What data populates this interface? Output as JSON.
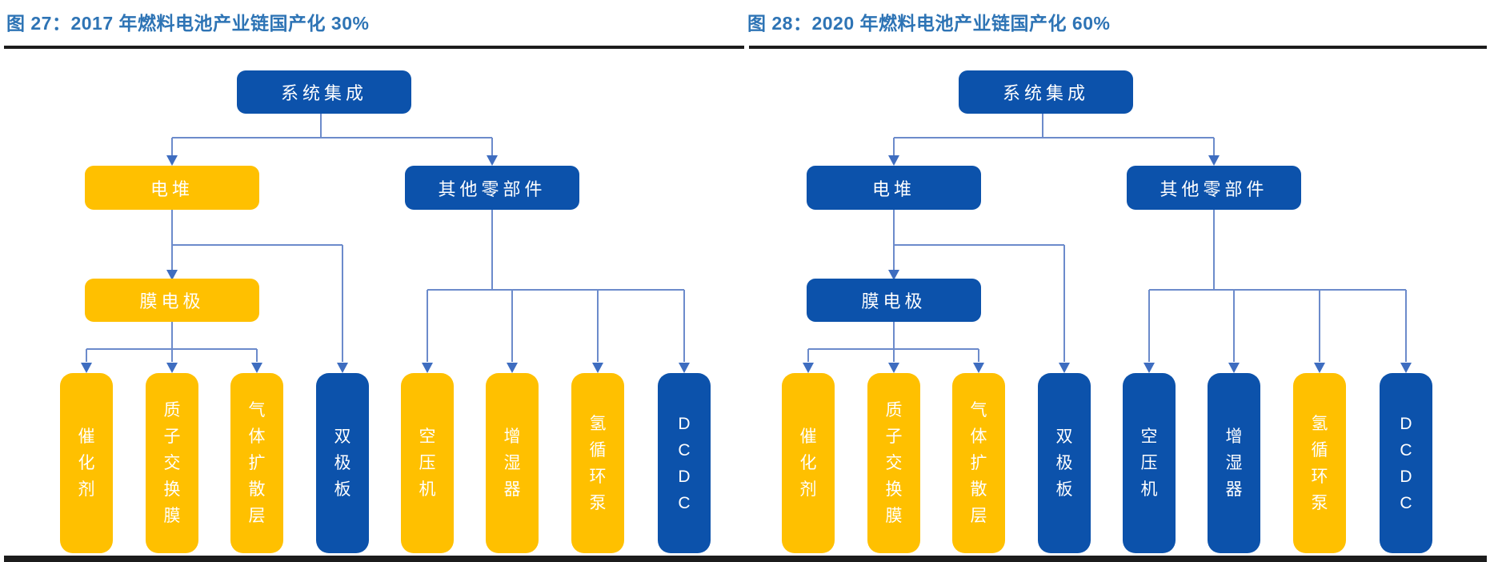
{
  "colors": {
    "box_blue": "#0C52AB",
    "box_yellow": "#FFC000",
    "title_blue": "#2E74B5",
    "connector_line": "#6C8BCB",
    "connector_arrow": "#3E6DC0",
    "divider_dark": "#1c1c1c",
    "box_text": "#FFFFFF"
  },
  "figures": [
    {
      "title": "图 27：2017 年燃料电池产业链国产化 30%",
      "figure_no": "图 27",
      "year": "2017",
      "localization_rate": "30%",
      "nodes": {
        "sys": {
          "label": "系统集成",
          "color": "blue"
        },
        "stack": {
          "label": "电堆",
          "color": "yellow"
        },
        "other": {
          "label": "其他零部件",
          "color": "blue"
        },
        "mea": {
          "label": "膜电极",
          "color": "yellow"
        },
        "catalyst": {
          "label": "催化剂",
          "color": "yellow"
        },
        "proton": {
          "label": "质子交换膜",
          "color": "yellow"
        },
        "gdl": {
          "label": "气体扩散层",
          "color": "yellow"
        },
        "bipolar": {
          "label": "双极板",
          "color": "blue"
        },
        "compressor": {
          "label": "空压机",
          "color": "yellow"
        },
        "humidifier": {
          "label": "增湿器",
          "color": "yellow"
        },
        "pump": {
          "label": "氢循环泵",
          "color": "yellow"
        },
        "dcdc": {
          "label": "DCDC",
          "color": "blue"
        }
      }
    },
    {
      "title": "图 28：2020 年燃料电池产业链国产化 60%",
      "figure_no": "图 28",
      "year": "2020",
      "localization_rate": "60%",
      "nodes": {
        "sys": {
          "label": "系统集成",
          "color": "blue"
        },
        "stack": {
          "label": "电堆",
          "color": "blue"
        },
        "other": {
          "label": "其他零部件",
          "color": "blue"
        },
        "mea": {
          "label": "膜电极",
          "color": "blue"
        },
        "catalyst": {
          "label": "催化剂",
          "color": "yellow"
        },
        "proton": {
          "label": "质子交换膜",
          "color": "yellow"
        },
        "gdl": {
          "label": "气体扩散层",
          "color": "yellow"
        },
        "bipolar": {
          "label": "双极板",
          "color": "blue"
        },
        "compressor": {
          "label": "空压机",
          "color": "blue"
        },
        "humidifier": {
          "label": "增湿器",
          "color": "blue"
        },
        "pump": {
          "label": "氢循环泵",
          "color": "yellow"
        },
        "dcdc": {
          "label": "DCDC",
          "color": "blue"
        }
      }
    }
  ]
}
